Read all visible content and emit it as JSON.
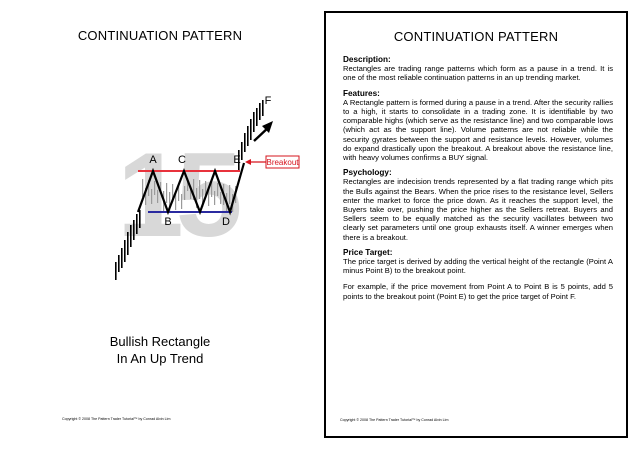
{
  "left": {
    "title": "CONTINUATION PATTERN",
    "chart_labels": {
      "a": "A",
      "b": "B",
      "c": "C",
      "d": "D",
      "e": "E",
      "f": "F",
      "breakout": "Breakout",
      "watermark": "15"
    },
    "caption": [
      "Bullish Rectangle",
      "In An Up Trend"
    ],
    "copyright": "Copyright © 2008 The Pattern Trader Tutorial™ by Conrad Alvin Lim"
  },
  "right": {
    "title": "CONTINUATION PATTERN",
    "sections": [
      {
        "heading": "Description:",
        "paragraphs": [
          "Rectangles are trading range patterns which form as a pause in a trend. It is one of the most reliable continuation patterns in an up trending market."
        ]
      },
      {
        "heading": "Features:",
        "paragraphs": [
          "A Rectangle pattern is formed during a pause in a trend. After the security rallies to a high, it starts to consolidate in a trading zone. It is identifiable by two comparable highs (which serve as the resistance line) and two comparable lows (which act as the support line). Volume patterns are not reliable while the security gyrates between the support and resistance levels. However, volumes do expand drastically upon the breakout. A breakout above the resistance line, with heavy volumes confirms a BUY signal."
        ]
      },
      {
        "heading": "Psychology:",
        "paragraphs": [
          "Rectangles are indecision trends represented by a flat trading range which pits the Bulls against the Bears. When the price rises to the resistance level, Sellers enter the market to force the price down. As it reaches the support level, the Buyers take over, pushing the price higher as the Sellers retreat. Buyers and Sellers seem to be equally matched as the security vacillates between two clearly set parameters until one group exhausts itself. A winner emerges when there is a breakout."
        ]
      },
      {
        "heading": "Price Target:",
        "paragraphs": [
          "The price target is derived by adding the vertical height of the rectangle (Point A minus Point B) to the breakout point.",
          "For example, if the price movement from Point A to Point B is 5 points, add 5 points to the breakout point (Point E) to get the price target of Point F."
        ]
      }
    ],
    "copyright": "Copyright © 2008 The Pattern Trader Tutorial™ by Conrad Alvin Lim"
  },
  "colors": {
    "resistance_line": "#e8323c",
    "support_line": "#2a2aa0",
    "breakout": "#d6141e",
    "watermark": "#d8d8d8",
    "candle": "#000000"
  }
}
